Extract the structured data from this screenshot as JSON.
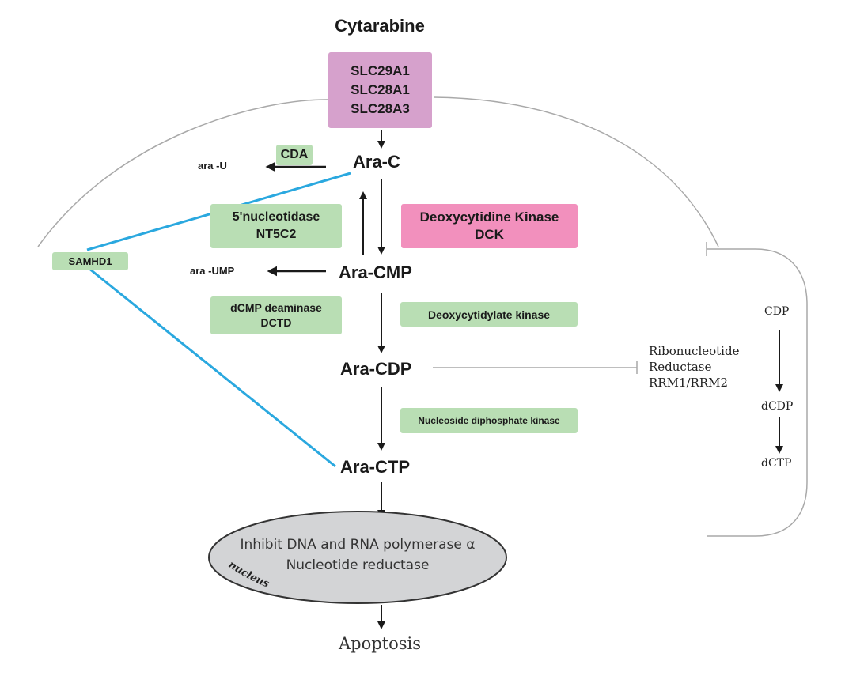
{
  "drug": {
    "title": "Cytarabine"
  },
  "transporters": {
    "lines": [
      "SLC29A1",
      "SLC28A1",
      "SLC28A3"
    ]
  },
  "metabolites": {
    "ara_c": "Ara-C",
    "ara_cmp": "Ara-CMP",
    "ara_cdp": "Ara-CDP",
    "ara_ctp": "Ara-CTP"
  },
  "byproducts": {
    "ara_u": "ara -U",
    "ara_ump": "ara -UMP"
  },
  "enzymes": {
    "cda": "CDA",
    "nt5c2": [
      "5'nucleotidase",
      "NT5C2"
    ],
    "dck": [
      "Deoxycytidine Kinase",
      "DCK"
    ],
    "dctd": [
      "dCMP deaminase",
      "DCTD"
    ],
    "deoxycytidylate_kinase": "Deoxycytidylate kinase",
    "ndpk": "Nucleoside diphosphate kinase",
    "samhd1": "SAMHD1"
  },
  "rnr": {
    "lines": [
      "Ribonucleotide",
      "Reductase",
      "RRM1/RRM2"
    ]
  },
  "side_pathway": {
    "cdp": "CDP",
    "dcdp": "dCDP",
    "dctp": "dCTP"
  },
  "nucleus": {
    "line1": "Inhibit DNA and RNA polymerase α",
    "line2": "Nucleotide reductase",
    "label": "nucleus"
  },
  "outcome": {
    "label": "Apoptosis"
  },
  "colors": {
    "transporter": "#d6a1cc",
    "dck": "#f290bd",
    "enzyme": "#b9deb4",
    "samhd1_line": "#2aa8df",
    "nucleus_fill": "#d3d4d6",
    "membrane": "#a9a9a9"
  }
}
